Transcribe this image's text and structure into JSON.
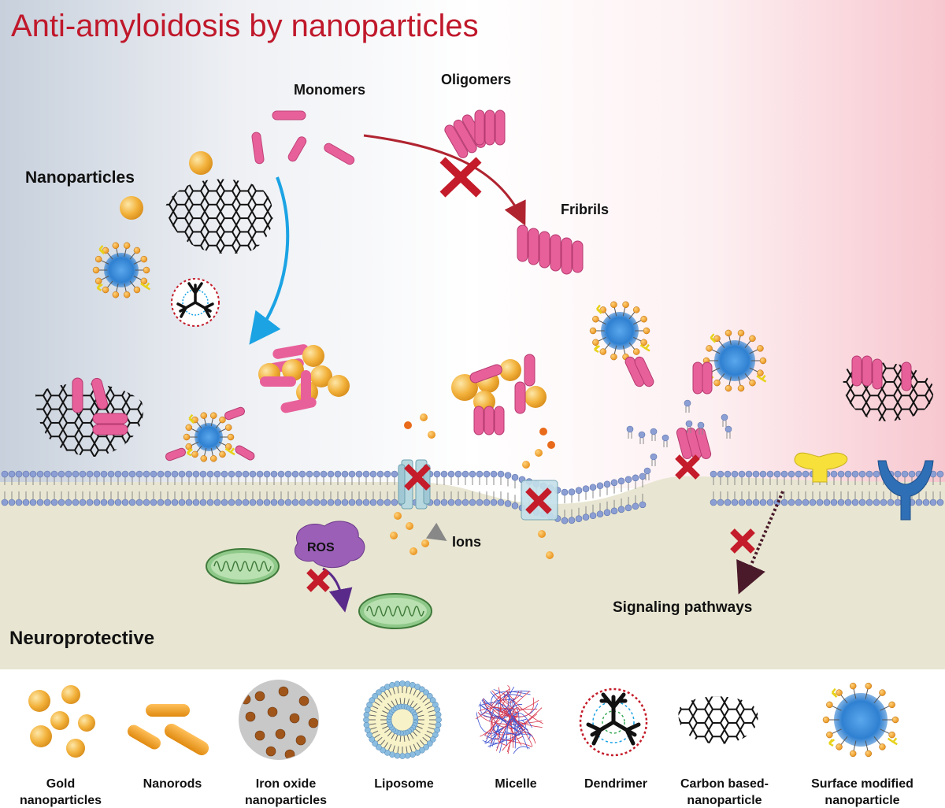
{
  "title": "Anti-amyloidosis by nanoparticles",
  "labels": {
    "monomers": "Monomers",
    "oligomers": "Oligomers",
    "fibrils": "Fribrils",
    "nanoparticles": "Nanoparticles",
    "ions": "Ions",
    "ros": "ROS",
    "signaling": "Signaling pathways",
    "neuroprotective": "Neuroprotective"
  },
  "legend": [
    {
      "line1": "Gold",
      "line2": "nanoparticles",
      "icon": "gold-nanoparticles-icon"
    },
    {
      "line1": "Nanorods",
      "line2": "",
      "icon": "nanorods-icon"
    },
    {
      "line1": "Iron oxide",
      "line2": "nanoparticles",
      "icon": "iron-oxide-icon"
    },
    {
      "line1": "Liposome",
      "line2": "",
      "icon": "liposome-icon"
    },
    {
      "line1": "Micelle",
      "line2": "",
      "icon": "micelle-icon"
    },
    {
      "line1": "Dendrimer",
      "line2": "",
      "icon": "dendrimer-icon"
    },
    {
      "line1": "Carbon based-",
      "line2": "nanoparticle",
      "icon": "carbon-nanoparticle-icon"
    },
    {
      "line1": "Surface modified",
      "line2": "nanoparticle",
      "icon": "surface-modified-icon"
    }
  ],
  "colors": {
    "title": "#c0182b",
    "amyloid": "#e8609a",
    "gold": "#f2b13a",
    "inhibit_cross": "#c41c2a",
    "inhibit_arrow": "#b02430",
    "aggregation_arrow": "#1ba3e4",
    "cytoplasm": "#e8e6d2",
    "membrane_head": "#8c9fd4"
  }
}
